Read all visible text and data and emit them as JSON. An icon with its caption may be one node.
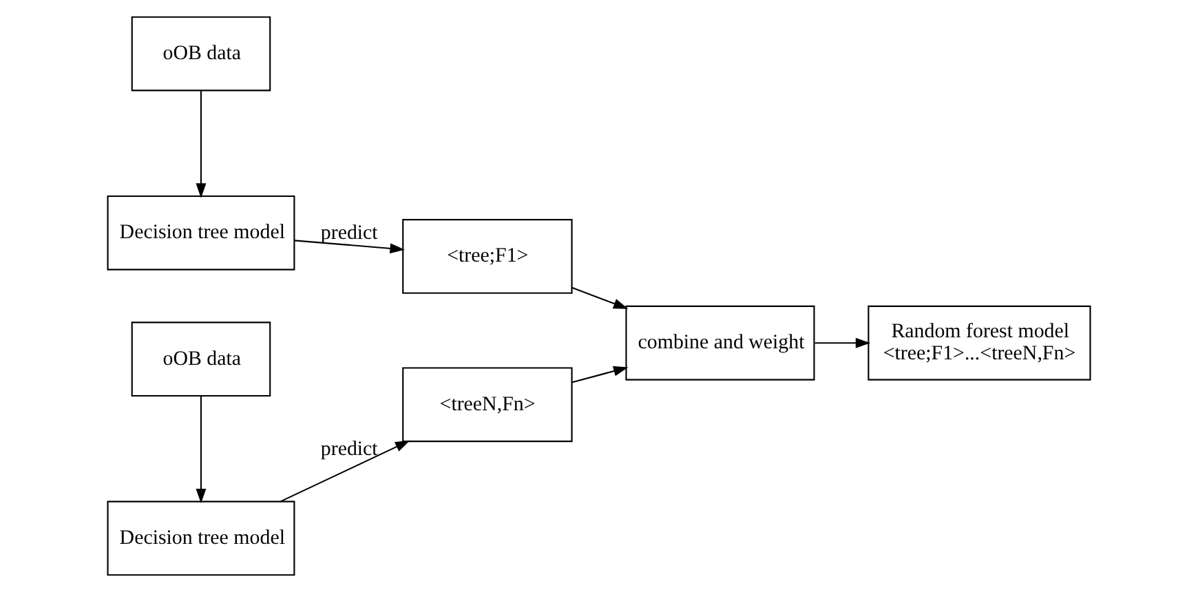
{
  "diagram": {
    "nodes": [
      {
        "text": [
          "oOB data"
        ]
      },
      {
        "text": [
          "Decision tree model"
        ]
      },
      {
        "text": [
          "<tree;F1>"
        ]
      },
      {
        "text": [
          "combine and weight"
        ]
      },
      {
        "text": [
          "Random forest model",
          "<tree;F1>...<treeN,Fn>"
        ]
      },
      {
        "text": [
          "Decision tree model"
        ]
      },
      {
        "text": [
          "<treeN,Fn>"
        ]
      },
      {
        "text": [
          "oOB data"
        ]
      }
    ],
    "edges": [
      {
        "from": 0,
        "to": 1,
        "arrow": "to"
      },
      {
        "from": 1,
        "to": 2,
        "arrow": "to",
        "label": "predict"
      },
      {
        "from": 2,
        "to": 3,
        "arrow": "to"
      },
      {
        "from": 6,
        "to": 3,
        "arrow": "to"
      },
      {
        "from": 3,
        "to": 4,
        "arrow": "to"
      },
      {
        "from": 5,
        "to": 6,
        "arrow": "to",
        "label": "predict"
      },
      {
        "from": 7,
        "to": 5,
        "arrow": "to"
      }
    ]
  }
}
